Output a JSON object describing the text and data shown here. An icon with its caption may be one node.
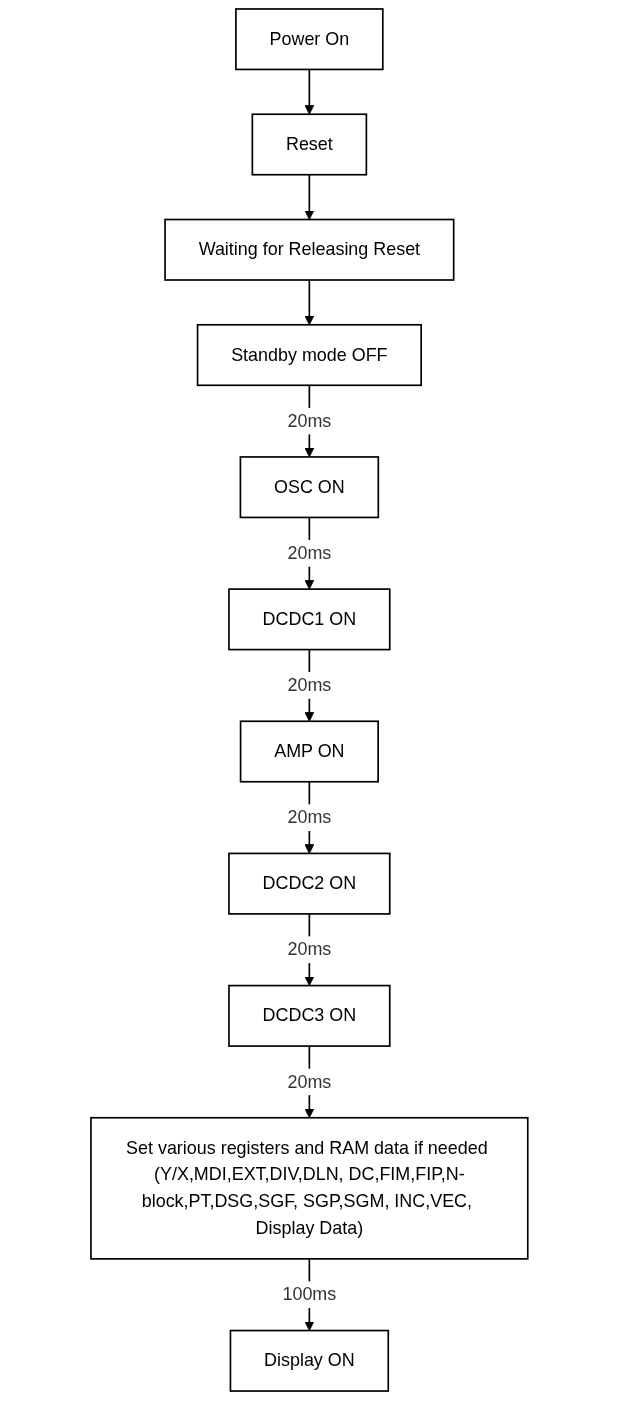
{
  "diagram": {
    "nodes": [
      {
        "text": [
          "Power On"
        ]
      },
      {
        "text": [
          "Reset"
        ]
      },
      {
        "text": [
          "Waiting for Releasing Reset"
        ]
      },
      {
        "text": [
          "Standby mode OFF"
        ]
      },
      {
        "text": [
          "OSC ON"
        ]
      },
      {
        "text": [
          "DCDC1 ON"
        ]
      },
      {
        "text": [
          "AMP ON"
        ]
      },
      {
        "text": [
          "DCDC2 ON"
        ]
      },
      {
        "text": [
          "DCDC3 ON"
        ]
      },
      {
        "text": [
          "Set various registers and RAM data if needed (Y/X,MDI,EXT,DIV,DLN, DC,FIM,FIP,N-block,PT,DSG,SGF, SGP,SGM, INC,VEC, Display Data)"
        ]
      },
      {
        "text": [
          "Display ON"
        ]
      }
    ],
    "edges": [
      {
        "from": 0,
        "to": 1,
        "arrow": "to"
      },
      {
        "from": 1,
        "to": 2,
        "arrow": "to"
      },
      {
        "from": 2,
        "to": 3,
        "arrow": "to"
      },
      {
        "from": 3,
        "to": 4,
        "arrow": "to",
        "label": "20ms"
      },
      {
        "from": 4,
        "to": 5,
        "arrow": "to",
        "label": "20ms"
      },
      {
        "from": 5,
        "to": 6,
        "arrow": "to",
        "label": "20ms"
      },
      {
        "from": 6,
        "to": 7,
        "arrow": "to",
        "label": "20ms"
      },
      {
        "from": 7,
        "to": 8,
        "arrow": "to",
        "label": "20ms"
      },
      {
        "from": 8,
        "to": 9,
        "arrow": "to",
        "label": "20ms"
      },
      {
        "from": 9,
        "to": 10,
        "arrow": "to",
        "label": "100ms"
      }
    ]
  }
}
